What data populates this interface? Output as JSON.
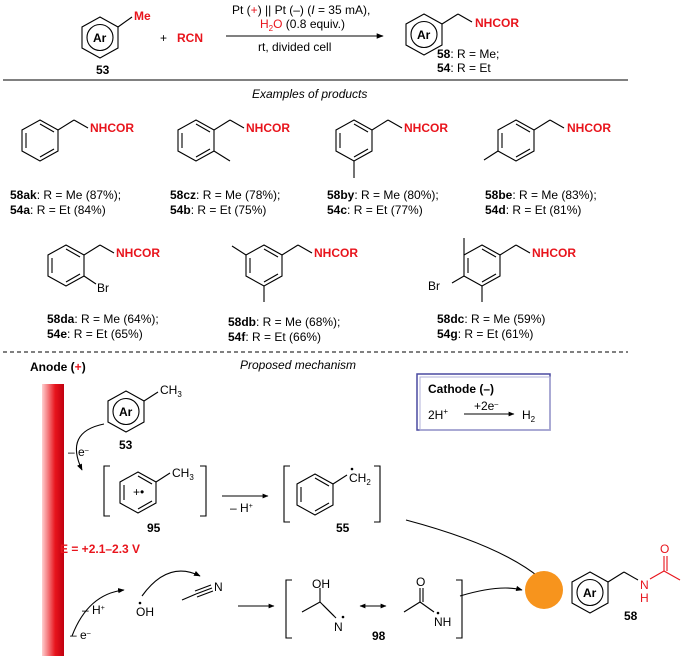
{
  "scheme": {
    "reactant_ar": "Ar",
    "reactant_me": "Me",
    "reactant_num": "53",
    "plus": "+",
    "reagent": "RCN",
    "cond_line1_a": "Pt (",
    "cond_line1_plus": "+",
    "cond_line1_b": ") || Pt (–) (",
    "cond_line1_i": "I",
    "cond_line1_c": " = 35 mA),",
    "cond_h2o": "H",
    "cond_h2o_sub": "2",
    "cond_h2o_o": "O",
    "cond_line2_rest": " (0.8 equiv.)",
    "cond_line3": "rt, divided cell",
    "product_ar": "Ar",
    "product_nhcor": "NHCOR",
    "prod_line1_num": "58",
    "prod_line1_text": ": R = Me;",
    "prod_line2_num": "54",
    "prod_line2_text": ": R = Et"
  },
  "examples": {
    "title": "Examples of products",
    "nhcor": "NHCOR",
    "br": "Br",
    "items": [
      {
        "l1n": "58ak",
        "l1t": ": R = Me (87%);",
        "l2n": "54a",
        "l2t": ":   R = Et (84%)"
      },
      {
        "l1n": "58cz",
        "l1t": ": R = Me (78%);",
        "l2n": "54b",
        "l2t": ":  R = Et (75%)"
      },
      {
        "l1n": "58by",
        "l1t": ": R = Me (80%);",
        "l2n": "54c",
        "l2t": ":   R = Et (77%)"
      },
      {
        "l1n": "58be",
        "l1t": ": R = Me (83%);",
        "l2n": "54d",
        "l2t": ":  R = Et (81%)"
      },
      {
        "l1n": "58da",
        "l1t": ": R = Me (64%);",
        "l2n": "54e",
        "l2t": ":   R = Et (65%)"
      },
      {
        "l1n": "58db",
        "l1t": ": R = Me (68%);",
        "l2n": "54f",
        "l2t": ":   R = Et (66%)"
      },
      {
        "l1n": "58dc",
        "l1t": ": R = Me (59%)",
        "l2n": "54g",
        "l2t": ":   R = Et (61%)"
      }
    ]
  },
  "mechanism": {
    "title": "Proposed mechanism",
    "anode_label": "Anode (",
    "anode_plus": "+",
    "anode_close": ")",
    "cathode_label": "Cathode (–)",
    "cathode_2h": "2H",
    "cathode_plus": "+",
    "cathode_2e": "+2e",
    "cathode_minus": "–",
    "cathode_h2": "H",
    "cathode_h2_sub": "2",
    "ar": "Ar",
    "ch3": "CH",
    "ch3_sub": "3",
    "ch2": "CH",
    "ch2_sub": "2",
    "n53": "53",
    "n95": "95",
    "n55": "55",
    "n98": "98",
    "n58": "58",
    "minus_e": "– e",
    "minus_h": "– H",
    "minus_e2": "– e",
    "minus_h2": "– H",
    "potential": "E = +2.1–2.3 V",
    "oh": "OH",
    "n_triple": "N",
    "oh2": "OH",
    "n_imine": "N",
    "o_amide": "O",
    "nh_amide": "NH",
    "o_prod": "O",
    "n_prod": "N",
    "h_prod": "H",
    "radical_cation": "+•",
    "electrode_color": "#e8141c",
    "catalyst_color": "#f7941d"
  }
}
